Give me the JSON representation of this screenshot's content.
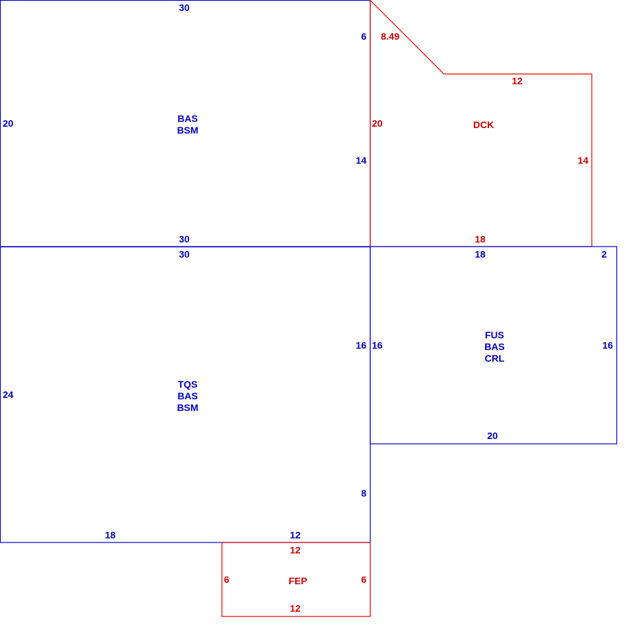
{
  "colors": {
    "blue": "#0000cc",
    "red": "#dd0000"
  },
  "areas": {
    "bas_bsm": {
      "lines": [
        "BAS",
        "BSM"
      ],
      "dims": {
        "top": "30",
        "left": "20",
        "right_upper": "6",
        "right_lower": "14",
        "bottom": "30"
      }
    },
    "dck": {
      "lines": [
        "DCK"
      ],
      "dims": {
        "diagonal": "8.49",
        "left": "20",
        "top": "12",
        "right": "14",
        "bottom": "18"
      }
    },
    "tqs_bas_bsm": {
      "lines": [
        "TQS",
        "BAS",
        "BSM"
      ],
      "dims": {
        "top": "30",
        "left": "24",
        "right_upper": "16",
        "right_lower": "8",
        "bottom_left": "18",
        "bottom_right": "12"
      }
    },
    "fus_bas_crl": {
      "lines": [
        "FUS",
        "BAS",
        "CRL"
      ],
      "dims": {
        "top": "18",
        "top_right": "2",
        "left": "16",
        "right": "16",
        "bottom": "20"
      }
    },
    "fep": {
      "lines": [
        "FEP"
      ],
      "dims": {
        "top": "12",
        "left": "6",
        "right": "6",
        "bottom": "12"
      }
    }
  }
}
